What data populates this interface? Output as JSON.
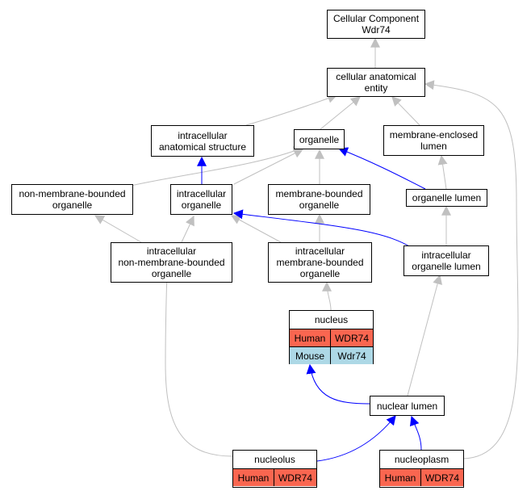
{
  "nodes": {
    "cc_root": "Cellular Component\nWdr74",
    "cae": "cellular anatomical\nentity",
    "ias": "intracellular\nanatomical structure",
    "organelle": "organelle",
    "mel": "membrane-enclosed\nlumen",
    "nmbo": "non-membrane-bounded\norganelle",
    "io": "intracellular\norganelle",
    "mbo": "membrane-bounded\norganelle",
    "ol": "organelle lumen",
    "inmbo": "intracellular\nnon-membrane-bounded\norganelle",
    "imbo": "intracellular\nmembrane-bounded\norganelle",
    "iol": "intracellular\norganelle lumen",
    "nuclear_lumen": "nuclear lumen"
  },
  "nucleus": {
    "title": "nucleus",
    "rows": [
      {
        "species": "Human",
        "gene": "WDR74"
      },
      {
        "species": "Mouse",
        "gene": "Wdr74"
      }
    ]
  },
  "nucleolus": {
    "title": "nucleolus",
    "rows": [
      {
        "species": "Human",
        "gene": "WDR74"
      }
    ]
  },
  "nucleoplasm": {
    "title": "nucleoplasm",
    "rows": [
      {
        "species": "Human",
        "gene": "WDR74"
      }
    ]
  },
  "colors": {
    "is_a_edge": "#c0c0c0",
    "part_of_edge": "#0000ff",
    "human": "#fa6650",
    "mouse": "#add8e6"
  }
}
